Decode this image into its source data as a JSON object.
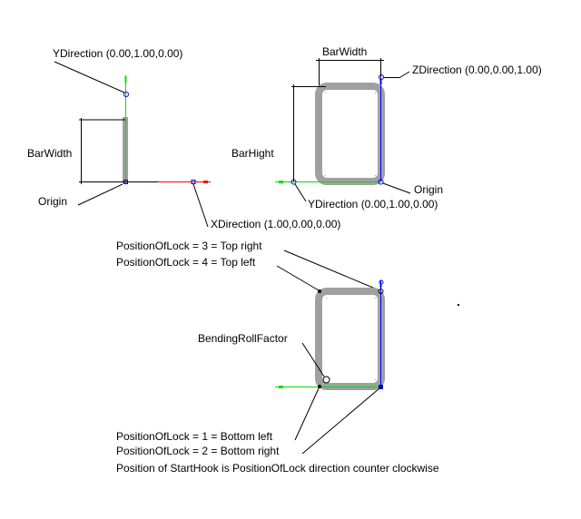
{
  "colors": {
    "background": "#ffffff",
    "bar": "#a0a0a0",
    "line": "#000000",
    "x_axis": "#ff0000",
    "y_axis": "#00e000",
    "z_axis": "#0000ff",
    "marker": "#0000c0"
  },
  "diagram_left": {
    "ydirection_label": "YDirection (0.00,1.00,0.00)",
    "barwidth_label": "BarWidth",
    "origin_label": "Origin",
    "xdirection_label": "XDirection (1.00,0.00,0.00)"
  },
  "diagram_right": {
    "barwidth_label": "BarWidth",
    "zdirection_label": "ZDirection (0.00,0.00,1.00)",
    "barhight_label": "BarHight",
    "origin_label": "Origin",
    "ydirection_label": "YDirection (0.00,1.00,0.00)"
  },
  "diagram_bottom": {
    "lock_top_right": "PositionOfLock = 3 = Top right",
    "lock_top_left": "PositionOfLock = 4 = Top left",
    "bending_roll_factor": "BendingRollFactor",
    "lock_bottom_left": "PositionOfLock = 1 = Bottom left",
    "lock_bottom_right": "PositionOfLock = 2 = Bottom right",
    "start_hook_note": "Position of StartHook is PositionOfLock direction counter clockwise"
  }
}
